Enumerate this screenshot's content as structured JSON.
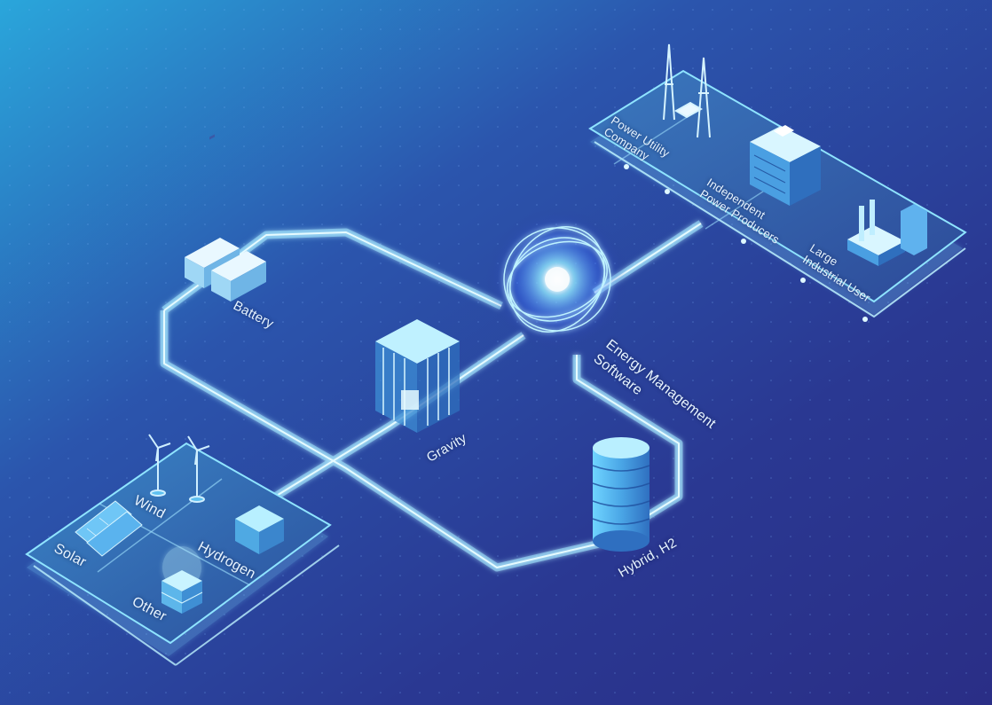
{
  "nodes": {
    "wind": "Wind",
    "solar": "Solar",
    "hydrogen": "Hydrogen",
    "other": "Other",
    "battery": "Battery",
    "gravity": "Gravity",
    "hybrid": "Hybrid, H2",
    "ems_line1": "Energy Management",
    "ems_line2": "Software",
    "power_utility": "Power Utility\nCompany",
    "ipp": "Independent\nPower Producers",
    "industrial": "Large\nIndustrial User"
  },
  "colors": {
    "bg_top_left": "#2aa3d8",
    "bg_mid": "#2b4ba6",
    "bg_bottom_right": "#2a2f8a",
    "line": "#8ce3ff",
    "glow": "#5fd2ff",
    "platform": "#3a6fb8"
  }
}
